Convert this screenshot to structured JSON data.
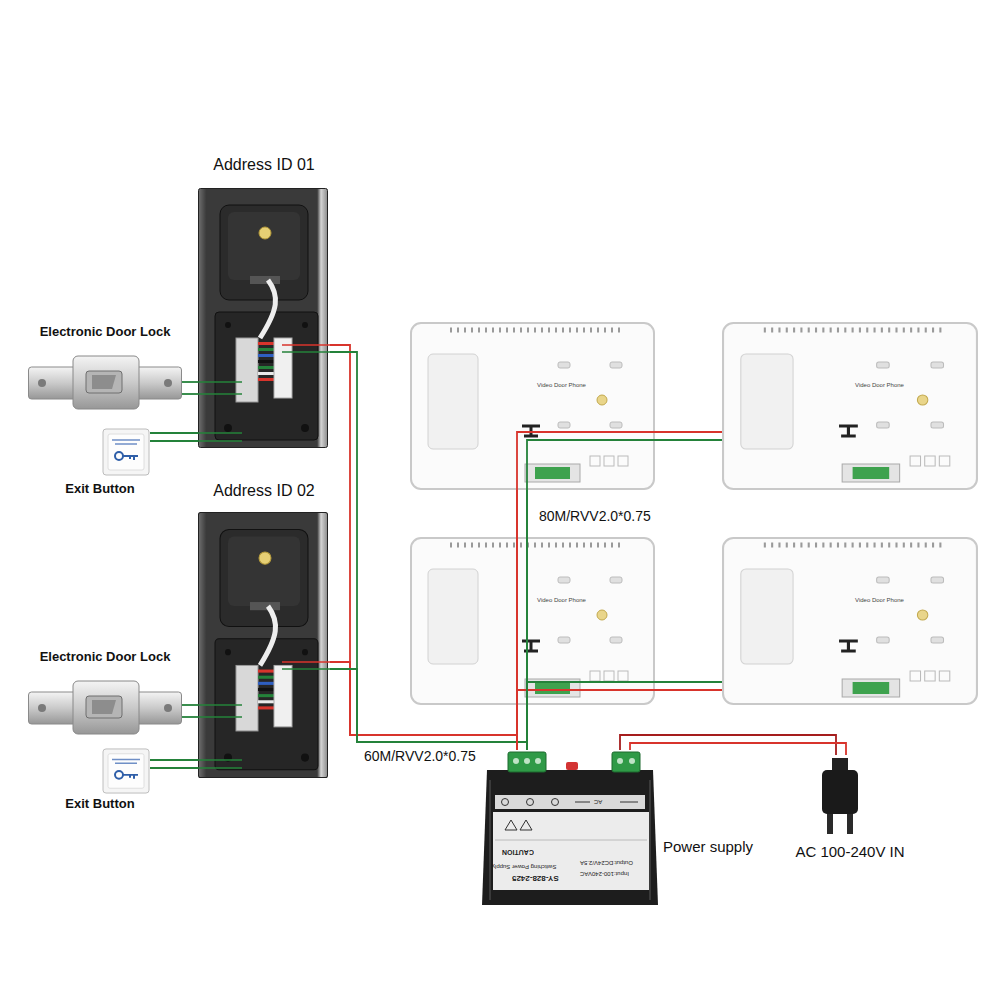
{
  "diagram": {
    "nodes": [
      {
        "text": [
          "Address ID 01"
        ]
      },
      {
        "text": [
          "Electronic Door Lock"
        ]
      },
      {
        "text": [
          "Exit Button"
        ]
      },
      {
        "text": [
          "Address ID 02"
        ]
      },
      {
        "text": [
          "Electronic Door Lock"
        ]
      },
      {
        "text": [
          "Exit Button"
        ]
      },
      {
        "text": [
          "Video Door Phone"
        ]
      },
      {
        "text": [
          "Video Door Phone"
        ]
      },
      {
        "text": [
          "Video Door Phone"
        ]
      },
      {
        "text": [
          "Video Door Phone"
        ]
      },
      {
        "text": [
          "Power supply",
          "SY-828-2425",
          "Switching Power Supply",
          "CAUTION",
          "Input:100-240VAC",
          "Output:DC24V/2.5A",
          "AC"
        ]
      },
      {
        "text": [
          "AC 100-240V IN"
        ]
      }
    ],
    "edges": [
      {
        "from": 0,
        "to": 1,
        "arrow": "none"
      },
      {
        "from": 2,
        "to": 0,
        "arrow": "none"
      },
      {
        "from": 3,
        "to": 4,
        "arrow": "none"
      },
      {
        "from": 5,
        "to": 3,
        "arrow": "none"
      },
      {
        "from": 0,
        "to": 10,
        "arrow": "none"
      },
      {
        "from": 3,
        "to": 10,
        "label": "60M/RVV2.0*0.75",
        "arrow": "none"
      },
      {
        "from": 10,
        "to": 6,
        "label": "80M/RVV2.0*0.75",
        "arrow": "none"
      },
      {
        "from": 10,
        "to": 8,
        "arrow": "none"
      },
      {
        "from": 10,
        "to": 7,
        "arrow": "none"
      },
      {
        "from": 10,
        "to": 9,
        "arrow": "none"
      },
      {
        "from": 11,
        "to": 10,
        "arrow": "none"
      }
    ]
  }
}
